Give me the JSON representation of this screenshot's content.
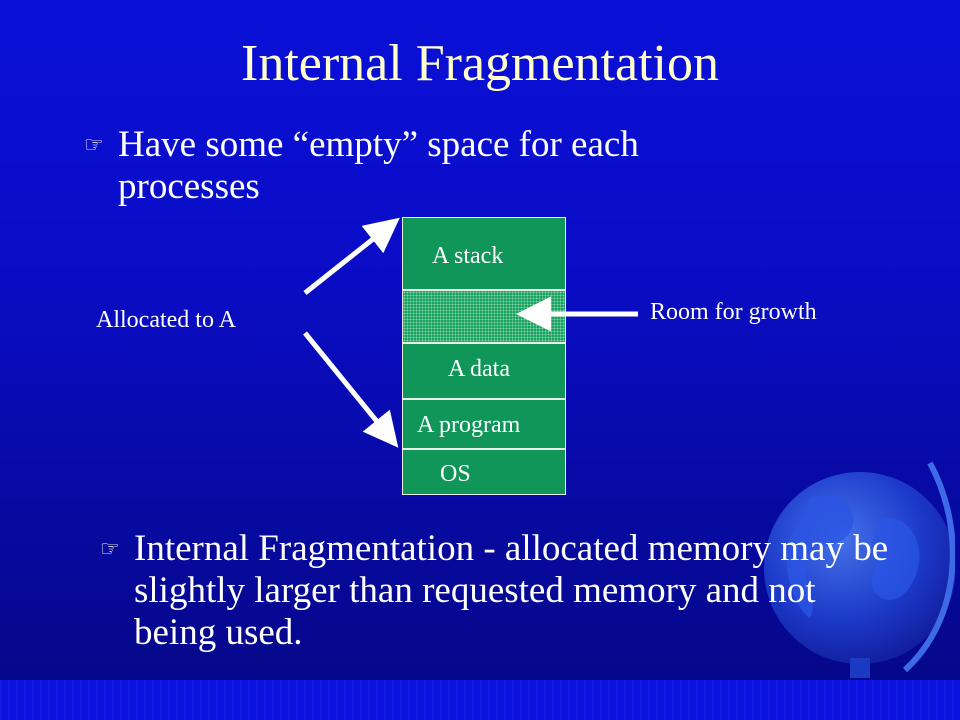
{
  "title": "Internal Fragmentation",
  "bullets": [
    "Have some “empty” space for each processes",
    "Internal Fragmentation - allocated memory may be slightly larger than requested memory and not being used."
  ],
  "bullet_icon": "pointing-hand-icon",
  "diagram": {
    "allocated_label": "Allocated to A",
    "growth_label": "Room for growth",
    "blocks": {
      "stack": "A stack",
      "growth": "",
      "data": "A data",
      "program": "A program",
      "os": "OS"
    }
  },
  "colors": {
    "background": "#0a10d8",
    "title": "#ffffcc",
    "text": "#ffffff",
    "block": "#11965a"
  }
}
